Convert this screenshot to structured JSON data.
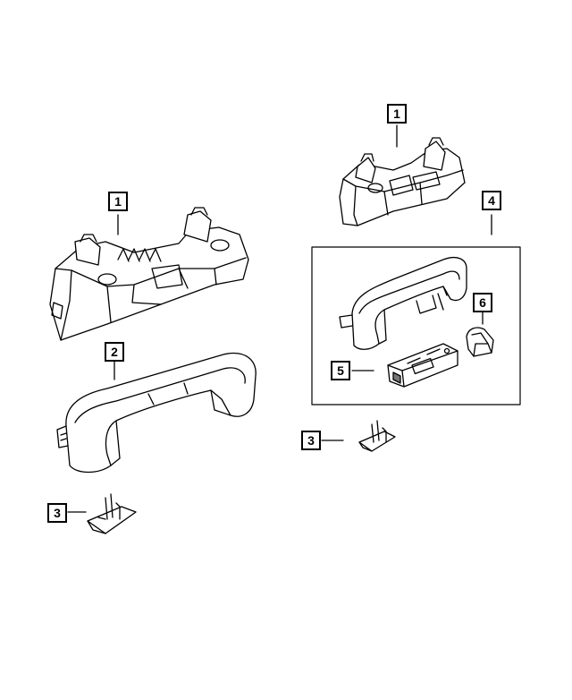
{
  "callouts": {
    "c1_left": "1",
    "c1_right": "1",
    "c2": "2",
    "c3_left": "3",
    "c3_right": "3",
    "c4": "4",
    "c5": "5",
    "c6": "6"
  }
}
